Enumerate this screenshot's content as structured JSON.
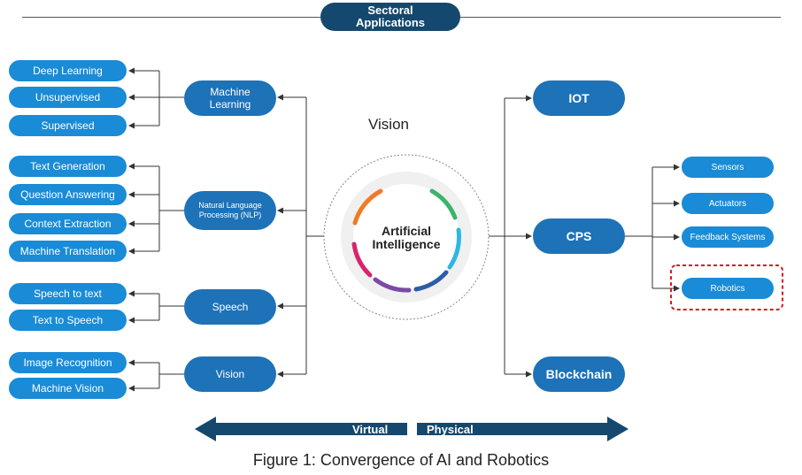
{
  "header": {
    "line1": "Sectoral",
    "line2": "Applications"
  },
  "vision_label": "Vision",
  "center": {
    "line1": "Artificial",
    "line2": "Intelligence"
  },
  "left_nodes": {
    "ml": {
      "line1": "Machine",
      "line2": "Learning"
    },
    "nlp": {
      "line1": "Natural Language",
      "line2": "Processing (NLP)"
    },
    "speech": "Speech",
    "vision": "Vision"
  },
  "ml_items": [
    "Deep Learning",
    "Unsupervised",
    "Supervised"
  ],
  "nlp_items": [
    "Text Generation",
    "Question Answering",
    "Context Extraction",
    "Machine Translation"
  ],
  "speech_items": [
    "Speech to text",
    "Text to Speech"
  ],
  "vision_items": [
    "Image Recognition",
    "Machine Vision"
  ],
  "right_nodes": {
    "iot": "IOT",
    "cps": "CPS",
    "blockchain": "Blockchain"
  },
  "cps_items": [
    "Sensors",
    "Actuators",
    "Feedback Systems",
    "Robotics"
  ],
  "arrow": {
    "left": "Virtual",
    "right": "Physical"
  },
  "caption": "Figure 1: Convergence of AI and Robotics",
  "colors": {
    "dark_blue": "#15486e",
    "node_blue": "#1d72b8",
    "pill_blue": "#1a8bd6",
    "highlight": "#d71920"
  }
}
